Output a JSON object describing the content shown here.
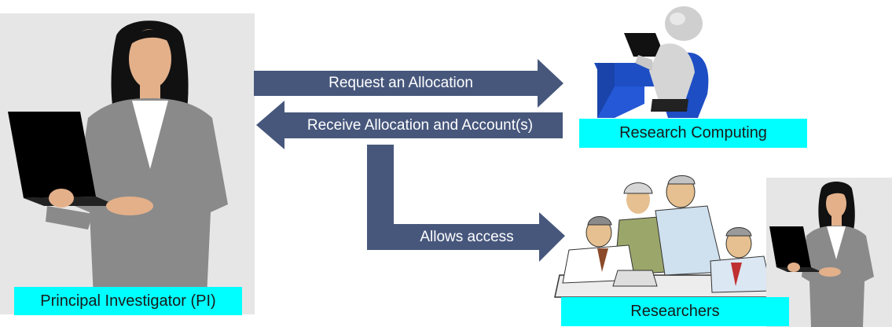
{
  "actors": {
    "pi": {
      "label": "Principal Investigator (PI)",
      "icon": "woman-with-laptop-icon"
    },
    "rc": {
      "label": "Research Computing",
      "icon": "person-at-computer-icon"
    },
    "researchers": {
      "label": "Researchers",
      "icon": "group-of-researchers-icon",
      "secondary_icon": "woman-with-laptop-icon"
    }
  },
  "arrows": {
    "request": {
      "label": "Request an Allocation"
    },
    "receive": {
      "label": "Receive Allocation and Account(s)"
    },
    "access": {
      "label": "Allows access"
    }
  },
  "colors": {
    "label_bg": "#00ffff",
    "arrow": "#47577c",
    "panel_bg": "#e6e6e6",
    "suit": "#8a8a8a",
    "skin": "#e3b08a",
    "hair": "#111111",
    "desk_blue": "#1e4ec4"
  }
}
